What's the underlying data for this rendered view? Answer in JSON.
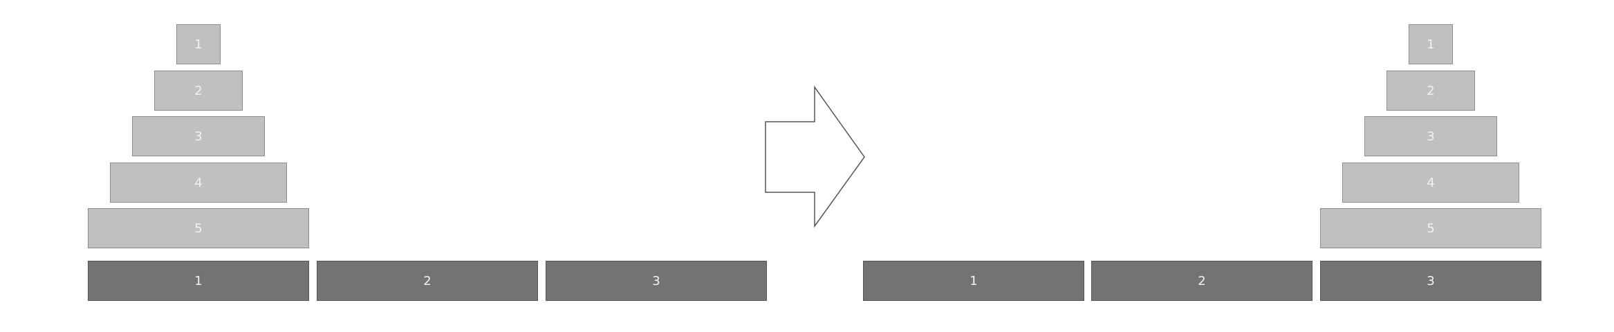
{
  "left_state": {
    "disks": [
      {
        "label": "1"
      },
      {
        "label": "2"
      },
      {
        "label": "3"
      },
      {
        "label": "4"
      },
      {
        "label": "5"
      }
    ],
    "pegs": [
      {
        "label": "1"
      },
      {
        "label": "2"
      },
      {
        "label": "3"
      }
    ]
  },
  "right_state": {
    "disks": [
      {
        "label": "1"
      },
      {
        "label": "2"
      },
      {
        "label": "3"
      },
      {
        "label": "4"
      },
      {
        "label": "5"
      }
    ],
    "pegs": [
      {
        "label": "1"
      },
      {
        "label": "2"
      },
      {
        "label": "3"
      }
    ]
  },
  "colors": {
    "disk_fill": "#c0c0c0",
    "disk_border": "#8c8c8c",
    "peg_fill": "#737373",
    "label_text": "#f2f2f2",
    "arrow_stroke": "#555555"
  },
  "icons": {
    "transition_arrow": "right-arrow-icon"
  }
}
